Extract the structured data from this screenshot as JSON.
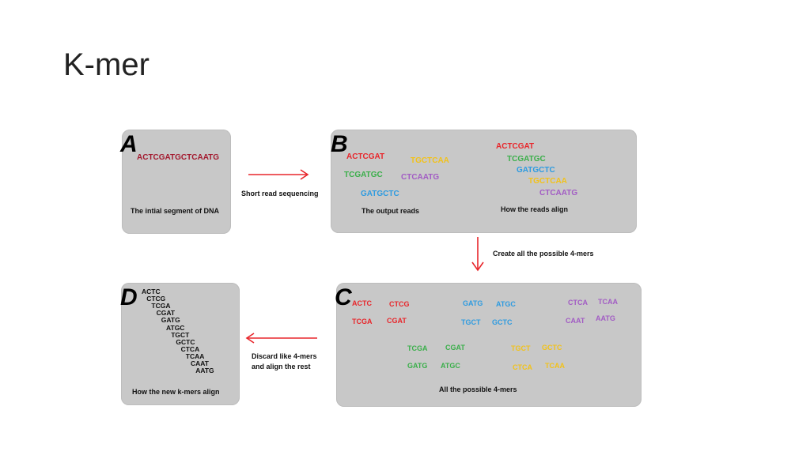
{
  "slide": {
    "title": "K-mer"
  },
  "colors": {
    "red": "#e8262b",
    "dark_red": "#a3192e",
    "yellow": "#f2c21a",
    "green": "#3aaf4a",
    "blue": "#2e9be0",
    "purple": "#a25cc4",
    "panel": "#c8c8c8"
  },
  "panel_a": {
    "letter": "A",
    "sequence": "ACTCGATGCTCAATG",
    "caption": "The intial segment of DNA"
  },
  "panel_b": {
    "letter": "B",
    "reads": {
      "r1": "ACTCGAT",
      "r2": "TGCTCAA",
      "r3": "TCGATGC",
      "r4": "CTCAATG",
      "r5": "GATGCTC"
    },
    "caption_left": "The output reads",
    "aligned": {
      "a1": "ACTCGAT",
      "a2": "TCGATGC",
      "a3": "GATGCTC",
      "a4": "TGCTCAA",
      "a5": "CTCAATG"
    },
    "caption_right": "How the reads align"
  },
  "panel_c": {
    "letter": "C",
    "kmers": {
      "k01": "ACTC",
      "k02": "CTCG",
      "k03": "TCGA",
      "k04": "CGAT",
      "k05": "GATG",
      "k06": "ATGC",
      "k07": "TGCT",
      "k08": "GCTC",
      "k09": "CTCA",
      "k10": "TCAA",
      "k11": "CAAT",
      "k12": "AATG",
      "k13": "TCGA",
      "k14": "CGAT",
      "k15": "GATG",
      "k16": "ATGC",
      "k17": "TGCT",
      "k18": "GCTC",
      "k19": "CTCA",
      "k20": "TCAA"
    },
    "caption": "All the possible 4-mers"
  },
  "panel_d": {
    "letter": "D",
    "aligned_kmers": [
      "ACTC",
      "CTCG",
      "TCGA",
      "CGAT",
      "GATG",
      "ATGC",
      "TGCT",
      "GCTC",
      "CTCA",
      "TCAA",
      "CAAT",
      "AATG"
    ],
    "caption": "How the new k-mers align"
  },
  "steps": {
    "a_to_b": "Short read sequencing",
    "b_to_c": "Create all the possible 4-mers",
    "c_to_d_line1": "Discard like 4-mers",
    "c_to_d_line2": "and align the rest"
  }
}
